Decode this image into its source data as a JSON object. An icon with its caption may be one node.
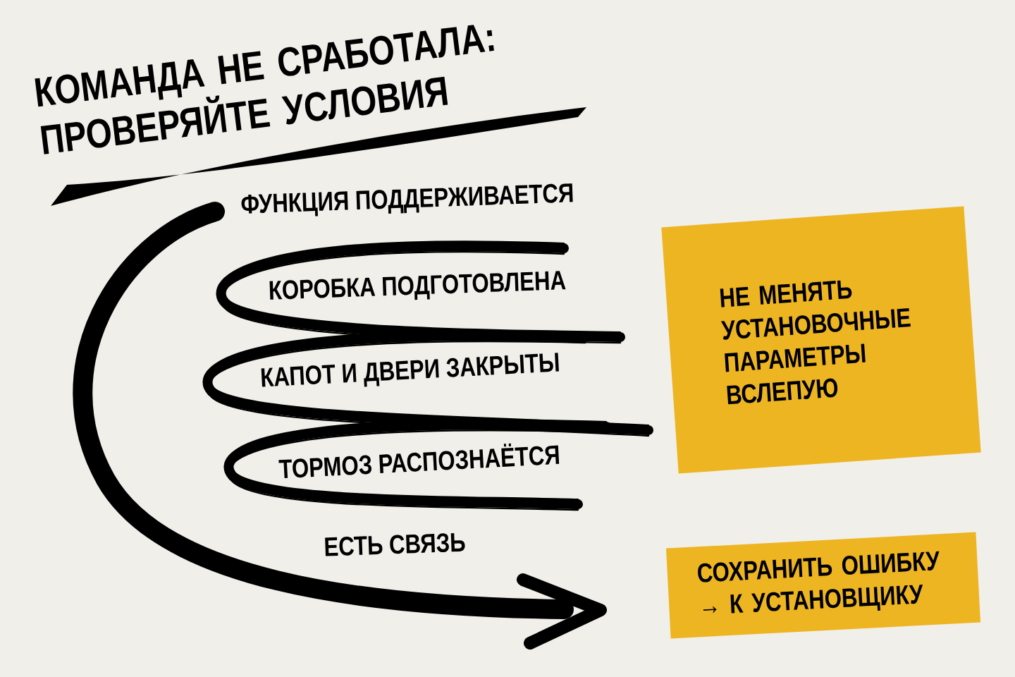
{
  "diagram": {
    "title": "КОМАНДА НЕ СРАБОТАЛА: ПРОВЕРЯЙТЕ УСЛОВИЯ",
    "nodes": [
      {
        "text": [
          "НЕ МЕНЯТЬ УСТАНОВОЧНЫЕ ПАРАМЕТРЫ ВСЛЕПУЮ"
        ]
      },
      {
        "text": [
          "СОХРАНИТЬ ОШИБКУ → К УСТАНОВЩИКУ"
        ]
      }
    ],
    "labels": [
      "ФУНКЦИЯ ПОДДЕРЖИВАЕТСЯ",
      "КОРОБКА ПОДГОТОВЛЕНА",
      "КАПОТ И ДВЕРИ ЗАКРЫТЫ",
      "ТОРМОЗ РАСПОЗНАЁТСЯ",
      "ЕСТЬ СВЯЗЬ"
    ]
  }
}
